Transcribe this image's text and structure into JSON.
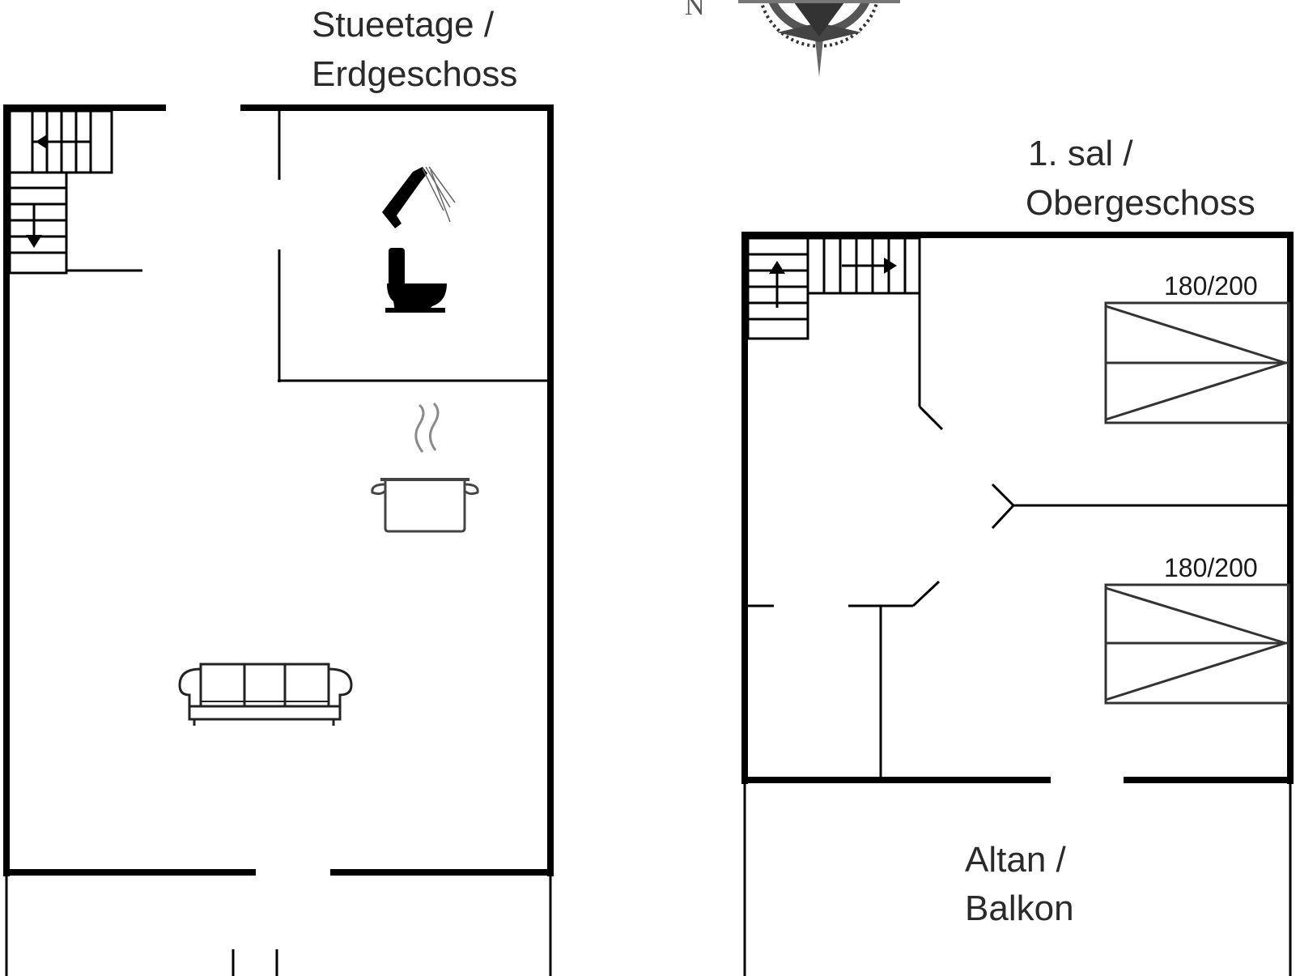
{
  "floors": {
    "ground": {
      "label_line1": "Stueetage /",
      "label_line2": "Erdgeschoss"
    },
    "upper": {
      "label_line1": "1. sal /",
      "label_line2": "Obergeschoss"
    },
    "balcony": {
      "label_line1": "Altan /",
      "label_line2": "Balkon"
    }
  },
  "beds": [
    {
      "size": "180/200"
    },
    {
      "size": "180/200"
    }
  ],
  "compass": {
    "north_label": "N"
  },
  "icons": [
    "stairs-icon",
    "shower-icon",
    "toilet-icon",
    "cooking-pot-icon",
    "sofa-icon",
    "compass-rose-icon",
    "double-bed-icon"
  ]
}
